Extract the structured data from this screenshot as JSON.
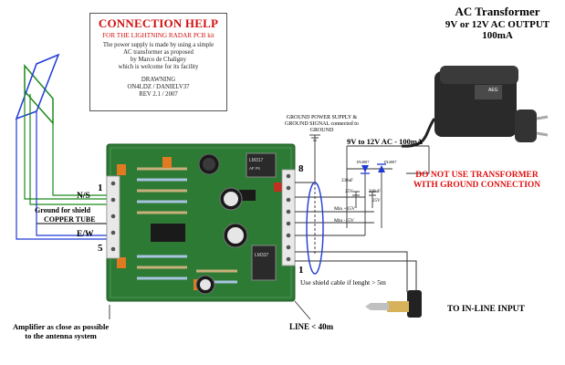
{
  "help_box": {
    "title": "CONNECTION HELP",
    "subtitle": "FOR THE LIGHTNING RADAR PCB kit",
    "body": [
      "The power supply is made by using a simple",
      "AC transformer as proposed",
      "by Marco de Chaligny",
      "which is welcome for its facility",
      "",
      "DRAWNING",
      "ON4LDZ / DANIELV37",
      "REV 2.1 / 2007"
    ]
  },
  "transformer": {
    "title": "AC Transformer",
    "output": "9V or 12V AC OUTPUT",
    "current": "100mA",
    "brand": "AEG"
  },
  "warning": [
    "DO NOT USE TRANSFORMER",
    "WITH GROUND CONNECTION"
  ],
  "ground_note": [
    "GROUND POWER SUPPLY &",
    "GROUND SIGNAL connected to",
    "GROUND"
  ],
  "supply_label": "9V to 12V AC - 100mA",
  "circuit": {
    "cap1": "330uF",
    "cap1_v": "25V",
    "cap2": "330uF",
    "cap2_v": "25V",
    "diode1": "1N4007",
    "diode2": "1N4007",
    "rail_pos": "Min +15V",
    "rail_neg": "Min -15V"
  },
  "pcb": {
    "chip1": "LM317",
    "chip2": "LM337",
    "chip_note": "AF Pc"
  },
  "terminals": {
    "pin_top_left": "1",
    "pin_bottom_left": "5",
    "pin_top_right": "8",
    "pin_bottom_right": "1"
  },
  "antenna_labels": {
    "ns": "N/S",
    "shield_1": "Ground for shield",
    "shield_2": "COPPER TUBE",
    "ew": "E/W"
  },
  "shield_note": "Use shield cable if lenght > 5m",
  "inline_input": "TO IN-LINE INPUT",
  "amp_note": [
    "Amplifier as close as possible",
    "to the antenna system"
  ],
  "line_note": "LINE < 40m",
  "colors": {
    "wire_green": "#1a8a1a",
    "wire_blue": "#1e3ad6",
    "pcb_green": "#2d7a35",
    "warning_red": "#e01010",
    "title_red": "#d01010",
    "diode_blue": "#1e3ad6"
  }
}
